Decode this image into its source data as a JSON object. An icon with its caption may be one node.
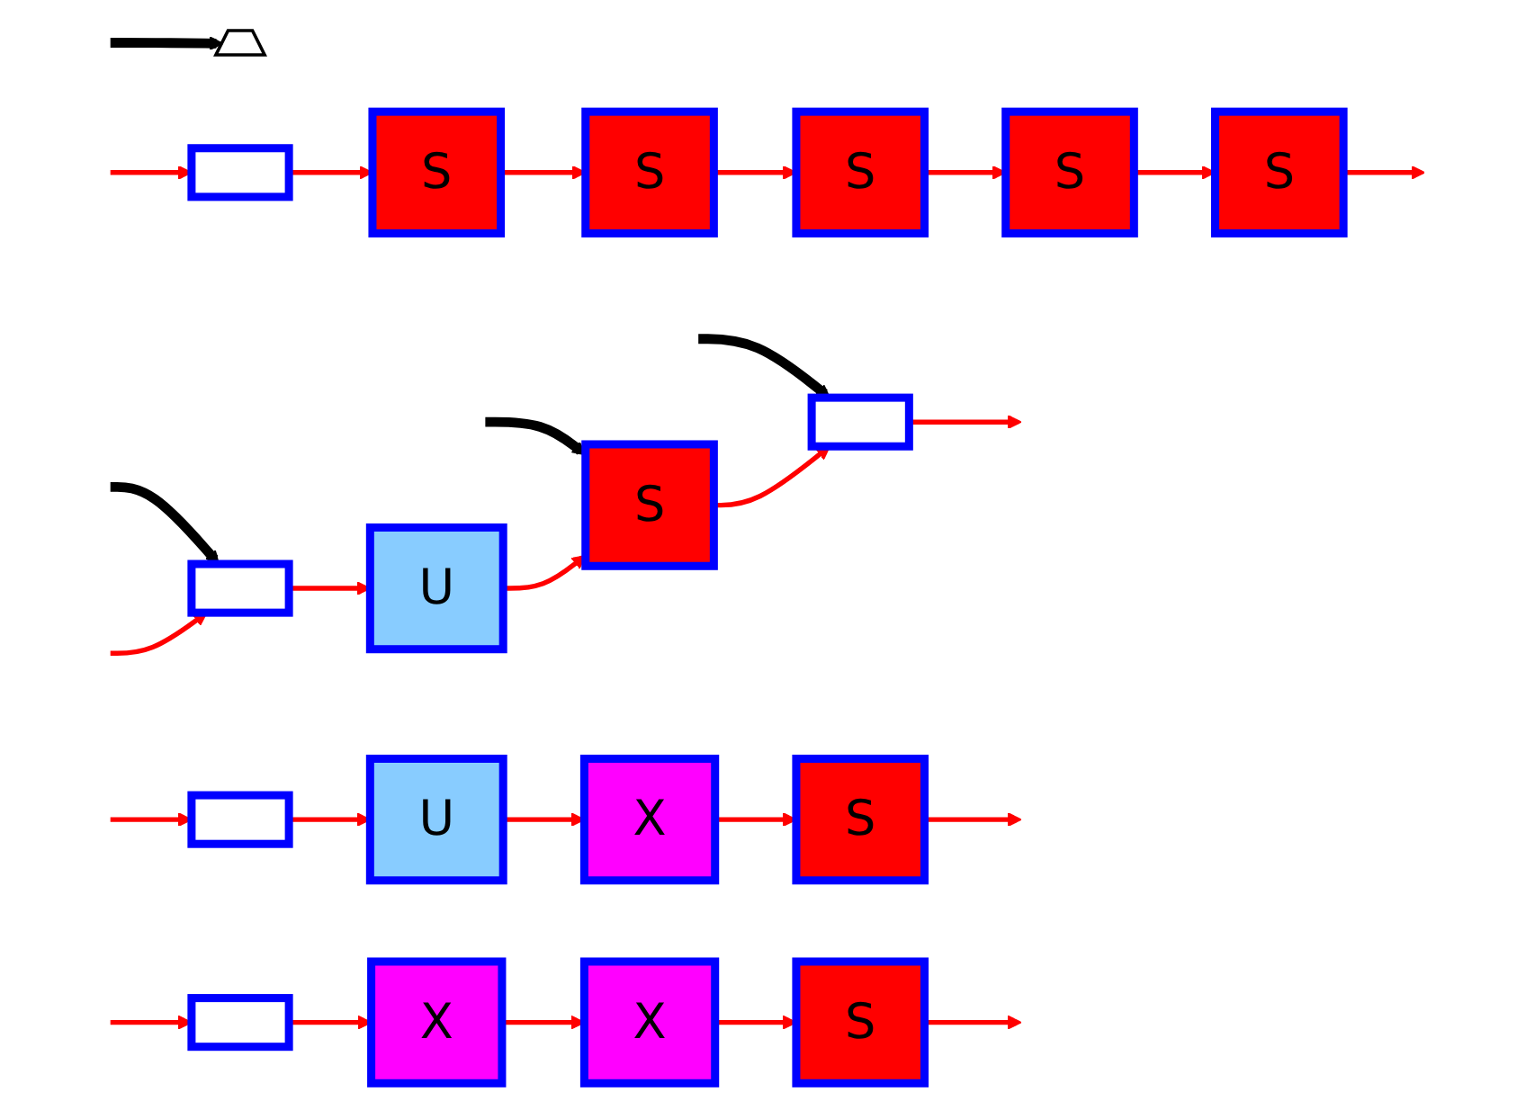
{
  "diagram": {
    "nodes": [
      {
        "text": [],
        "shape": "bracket"
      },
      {
        "text": [],
        "shape": "box"
      },
      {
        "text": [
          "U"
        ]
      },
      {
        "text": [
          "S"
        ]
      },
      {
        "text": [],
        "shape": "box"
      },
      {
        "text": [],
        "shape": "box"
      },
      {
        "text": [
          "U"
        ]
      },
      {
        "text": [
          "X"
        ]
      },
      {
        "text": [
          "S"
        ]
      },
      {
        "text": [],
        "shape": "box"
      },
      {
        "text": [
          "X"
        ]
      },
      {
        "text": [
          "X"
        ]
      },
      {
        "text": [
          "S"
        ]
      },
      {
        "text": [],
        "shape": "box"
      },
      {
        "text": [
          "S"
        ]
      },
      {
        "text": [
          "S"
        ]
      },
      {
        "text": [
          "S"
        ]
      },
      {
        "text": [
          "S"
        ]
      },
      {
        "text": [
          "S"
        ]
      }
    ],
    "edges": [
      {
        "from": null,
        "to": 1,
        "arrow": "to",
        "style": "thick",
        "color": "#000000"
      },
      {
        "from": null,
        "to": 0,
        "arrow": "to",
        "style": "thick",
        "color": "#000000"
      },
      {
        "from": null,
        "to": 3,
        "arrow": "to",
        "style": "thick",
        "color": "#000000"
      },
      {
        "from": null,
        "to": 4,
        "arrow": "to",
        "style": "thick",
        "color": "#000000"
      },
      {
        "from": null,
        "to": 1,
        "arrow": "to"
      },
      {
        "from": 1,
        "to": 2,
        "arrow": "to"
      },
      {
        "from": 2,
        "to": 3,
        "arrow": "to"
      },
      {
        "from": 3,
        "to": 4,
        "arrow": "to"
      },
      {
        "from": 4,
        "to": null,
        "arrow": "to"
      },
      {
        "from": null,
        "to": 5,
        "arrow": "to"
      },
      {
        "from": 5,
        "to": 6,
        "arrow": "to"
      },
      {
        "from": 6,
        "to": 7,
        "arrow": "to"
      },
      {
        "from": 7,
        "to": 8,
        "arrow": "to"
      },
      {
        "from": 8,
        "to": null,
        "arrow": "to"
      },
      {
        "from": null,
        "to": 9,
        "arrow": "to"
      },
      {
        "from": 9,
        "to": 10,
        "arrow": "to"
      },
      {
        "from": 10,
        "to": 11,
        "arrow": "to"
      },
      {
        "from": 11,
        "to": 12,
        "arrow": "to"
      },
      {
        "from": 12,
        "to": null,
        "arrow": "to"
      },
      {
        "from": null,
        "to": 13,
        "arrow": "to"
      },
      {
        "from": 13,
        "to": 14,
        "arrow": "to"
      },
      {
        "from": 14,
        "to": 15,
        "arrow": "to"
      },
      {
        "from": 15,
        "to": 16,
        "arrow": "to"
      },
      {
        "from": 16,
        "to": 17,
        "arrow": "to"
      },
      {
        "from": 17,
        "to": 18,
        "arrow": "to"
      },
      {
        "from": 18,
        "to": null,
        "arrow": "to"
      }
    ]
  }
}
